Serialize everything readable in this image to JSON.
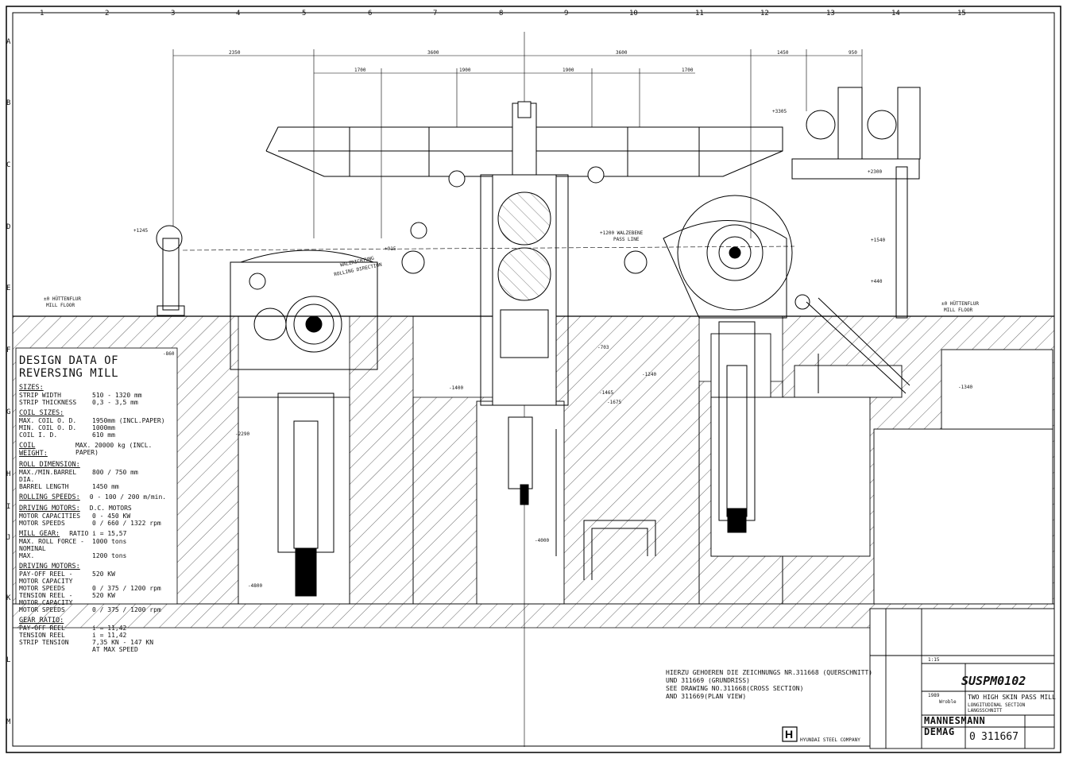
{
  "frame": {
    "columns": [
      "1",
      "2",
      "3",
      "4",
      "5",
      "6",
      "7",
      "8",
      "9",
      "10",
      "11",
      "12",
      "13",
      "14",
      "15"
    ],
    "rows": [
      "A",
      "B",
      "C",
      "D",
      "E",
      "F",
      "G",
      "H",
      "I",
      "J",
      "K",
      "L",
      "M"
    ]
  },
  "top_dimensions": [
    "2350",
    "3600",
    "3600",
    "1450",
    "950",
    "1700",
    "1900",
    "1900",
    "1700"
  ],
  "elevations": [
    "+1245",
    "+3305",
    "+2300",
    "+1540",
    "+440",
    "±0 HÜTTENFLUR",
    "MILL FLOOR",
    "±0 HÜTTENFLUR",
    "MILL FLOOR",
    "-860",
    "-1240",
    "-1400",
    "-1465",
    "-1675",
    "-2290",
    "-4000",
    "-4800",
    "-1340",
    "-703",
    "+915",
    "+1200 WALZEBENE",
    "PASS LINE"
  ],
  "labels": {
    "rolling_direction_de": "WALZRICHTUNG",
    "rolling_direction_en": "ROLLING DIRECTION"
  },
  "design_data": {
    "title": "DESIGN DATA OF REVERSING MILL",
    "sections": [
      {
        "heading": "SIZES:",
        "rows": [
          {
            "label": "STRIP WIDTH",
            "value": "510 - 1320 mm"
          },
          {
            "label": "STRIP THICKNESS",
            "value": "0,3 - 3,5 mm"
          }
        ]
      },
      {
        "heading": "COIL SIZES:",
        "rows": [
          {
            "label": "MAX. COIL O. D.",
            "value": "1950mm (INCL.PAPER)"
          },
          {
            "label": "MIN. COIL O. D.",
            "value": "1000mm"
          },
          {
            "label": "COIL I. D.",
            "value": "610 mm"
          }
        ]
      },
      {
        "heading": "COIL WEIGHT:",
        "inline": "MAX. 20000 kg (INCL. PAPER)",
        "rows": []
      },
      {
        "heading": "ROLL DIMENSION:",
        "rows": [
          {
            "label": "MAX./MIN.BARREL DIA.",
            "value": "800 / 750 mm"
          },
          {
            "label": "BARREL LENGTH",
            "value": "1450 mm"
          }
        ]
      },
      {
        "heading": "ROLLING SPEEDS:",
        "inline": "0 - 100 / 200 m/min.",
        "rows": []
      },
      {
        "heading": "DRIVING MOTORS:",
        "inline": "D.C. MOTORS",
        "rows": [
          {
            "label": "MOTOR CAPACITIES",
            "value": "0 - 450 KW"
          },
          {
            "label": "MOTOR SPEEDS",
            "value": "0 / 660 / 1322 rpm"
          }
        ]
      },
      {
        "heading": "MILL GEAR:",
        "inline": "RATIO i = 15,57",
        "rows": [
          {
            "label": "MAX. ROLL FORCE - NOMINAL",
            "value": "1000 tons"
          },
          {
            "label": "MAX.",
            "value": "1200 tons"
          }
        ]
      },
      {
        "heading": "DRIVING MOTORS:",
        "rows": [
          {
            "label": "PAY-OFF REEL - MOTOR CAPACITY",
            "value": "520 KW"
          },
          {
            "label": "MOTOR SPEEDS",
            "value": "0 / 375 / 1200 rpm"
          },
          {
            "label": "TENSION REEL - MOTOR CAPACITY",
            "value": "520 KW"
          },
          {
            "label": "MOTOR SPEEDS",
            "value": "0 / 375 / 1200 rpm"
          }
        ]
      },
      {
        "heading": "GEAR RATIO:",
        "rows": [
          {
            "label": "PAY-OFF REEL",
            "value": "i = 11,42"
          },
          {
            "label": "TENSION REEL",
            "value": "i = 11,42"
          },
          {
            "label": "STRIP TENSION",
            "value": "7,35 KN - 147 KN"
          },
          {
            "label": "",
            "value": "AT MAX SPEED"
          }
        ]
      }
    ]
  },
  "note": {
    "lines": [
      "HIERZU GEHOEREN DIE ZEICHNUNGS NR.311668 (QUERSCHNITT)",
      "UND 311669 (GRUNDRISS)",
      "SEE DRAWING NO.311668(CROSS SECTION)",
      "AND 311669(PLAN VIEW)"
    ]
  },
  "title_block": {
    "handwritten_code": "SUSPM0102",
    "title": "TWO HIGH SKIN PASS MILL",
    "subtitle1": "LONGITUDINAL SECTION",
    "subtitle2": "LANGSSCHNITT",
    "company": "MANNESMANN",
    "company2": "DEMAG",
    "drawing_no": "311667",
    "sheet": "0",
    "scale": "1:15",
    "year": "1989",
    "drawn": "Wroble",
    "stamp_en": "HYUNDAI STEEL COMPANY"
  }
}
